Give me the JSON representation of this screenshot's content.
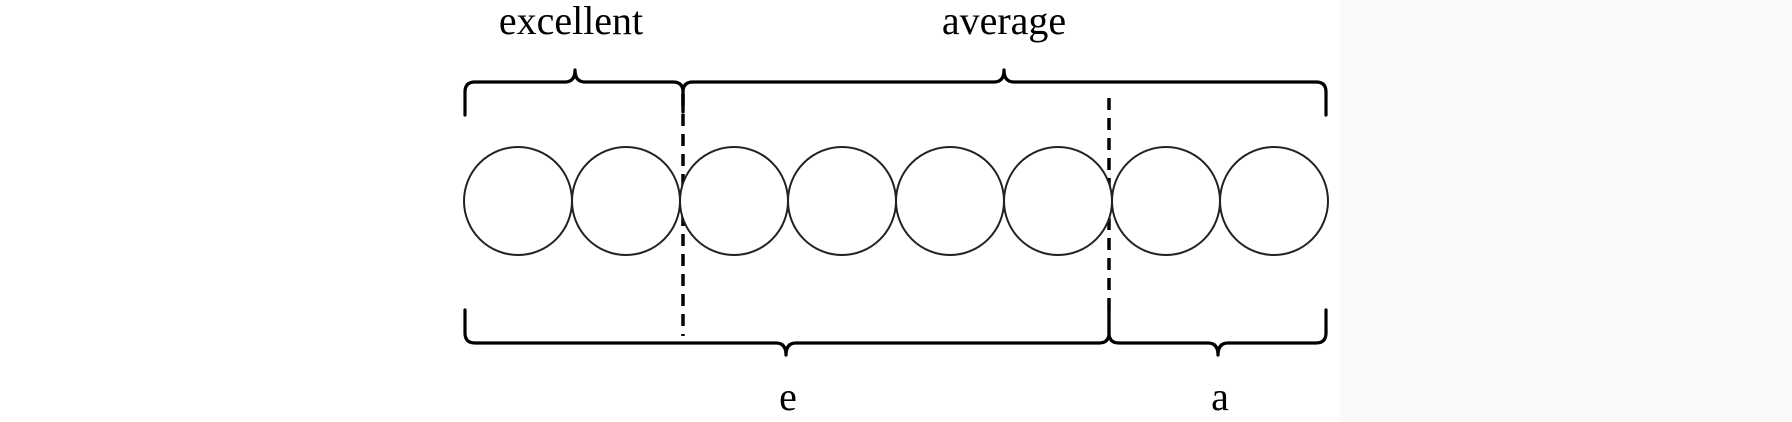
{
  "top_groups": [
    {
      "label": "excellent"
    },
    {
      "label": "average"
    }
  ],
  "bottom_groups": [
    {
      "label": "e"
    },
    {
      "label": "a"
    }
  ],
  "circle_count": 8
}
